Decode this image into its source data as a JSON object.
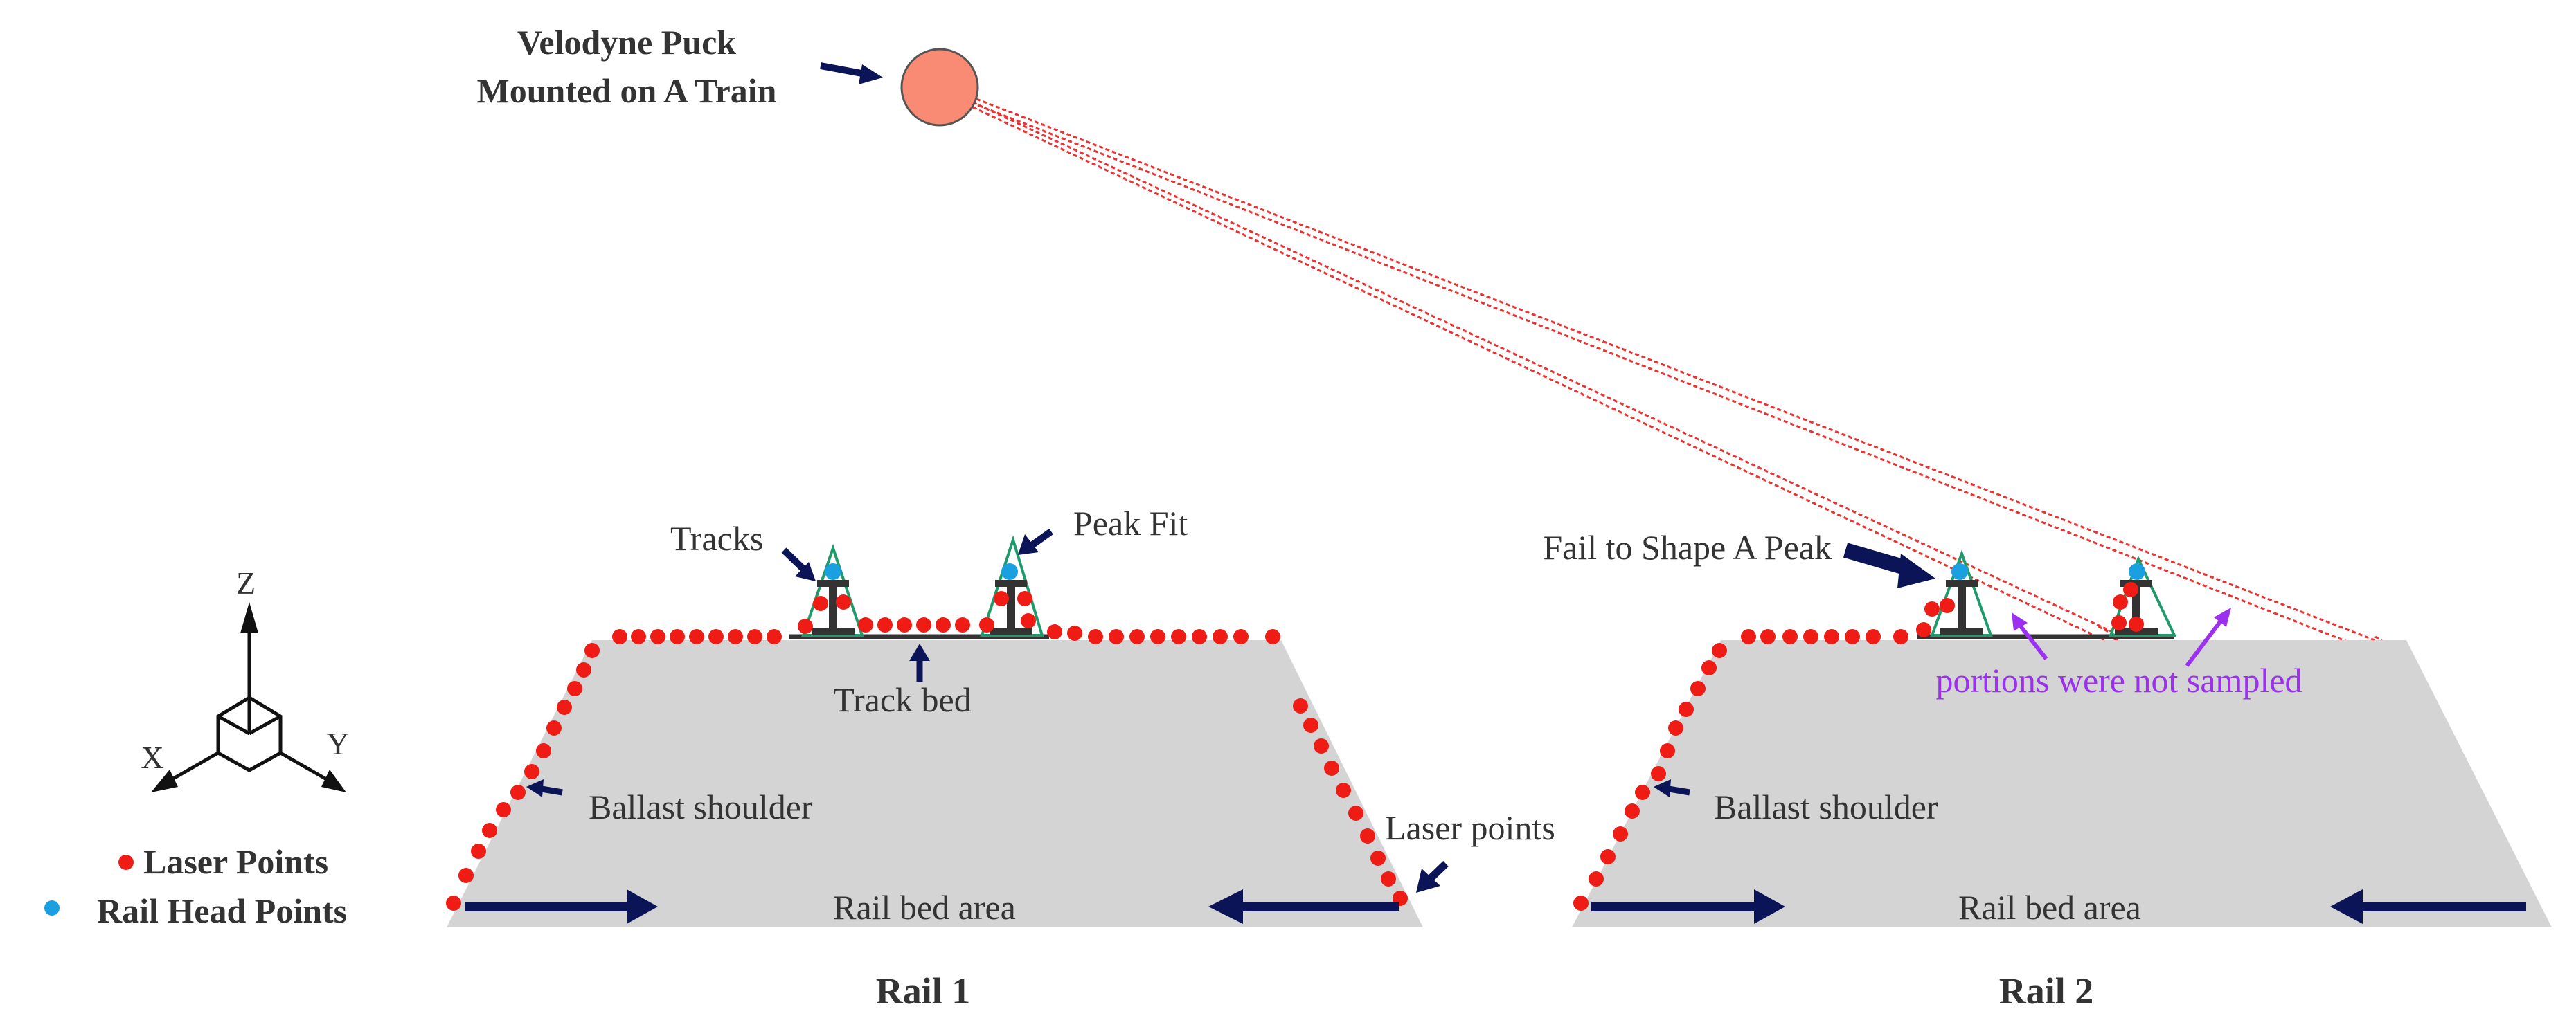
{
  "title": {
    "line1": "Velodyne Puck",
    "line2": "Mounted on A Train"
  },
  "rail1": {
    "caption": "Rail 1",
    "tracks_label": "Tracks",
    "peak_fit_label": "Peak Fit",
    "track_bed_label": "Track bed",
    "ballast_label": "Ballast shoulder",
    "laser_points_label": "Laser points",
    "bed_area_label": "Rail bed area"
  },
  "rail2": {
    "caption": "Rail 2",
    "fail_label": "Fail to Shape A Peak",
    "not_sampled_label": "portions were not sampled",
    "ballast_label": "Ballast shoulder",
    "bed_area_label": "Rail bed area"
  },
  "axes": {
    "z": "Z",
    "x": "X",
    "y": "Y"
  },
  "legend": {
    "laser": "Laser Points",
    "rail_head": "Rail Head Points"
  },
  "colors": {
    "laser_point": "#ee1c14",
    "rail_head_point": "#1aa0e0",
    "ballast_fill": "#d4d4d4",
    "arrow": "#0b1456",
    "annotation_purple": "#9b30f0",
    "sensor_fill": "#f98b74",
    "beam": "#ee3030",
    "peak_fit_line": "#1f9a6a"
  }
}
